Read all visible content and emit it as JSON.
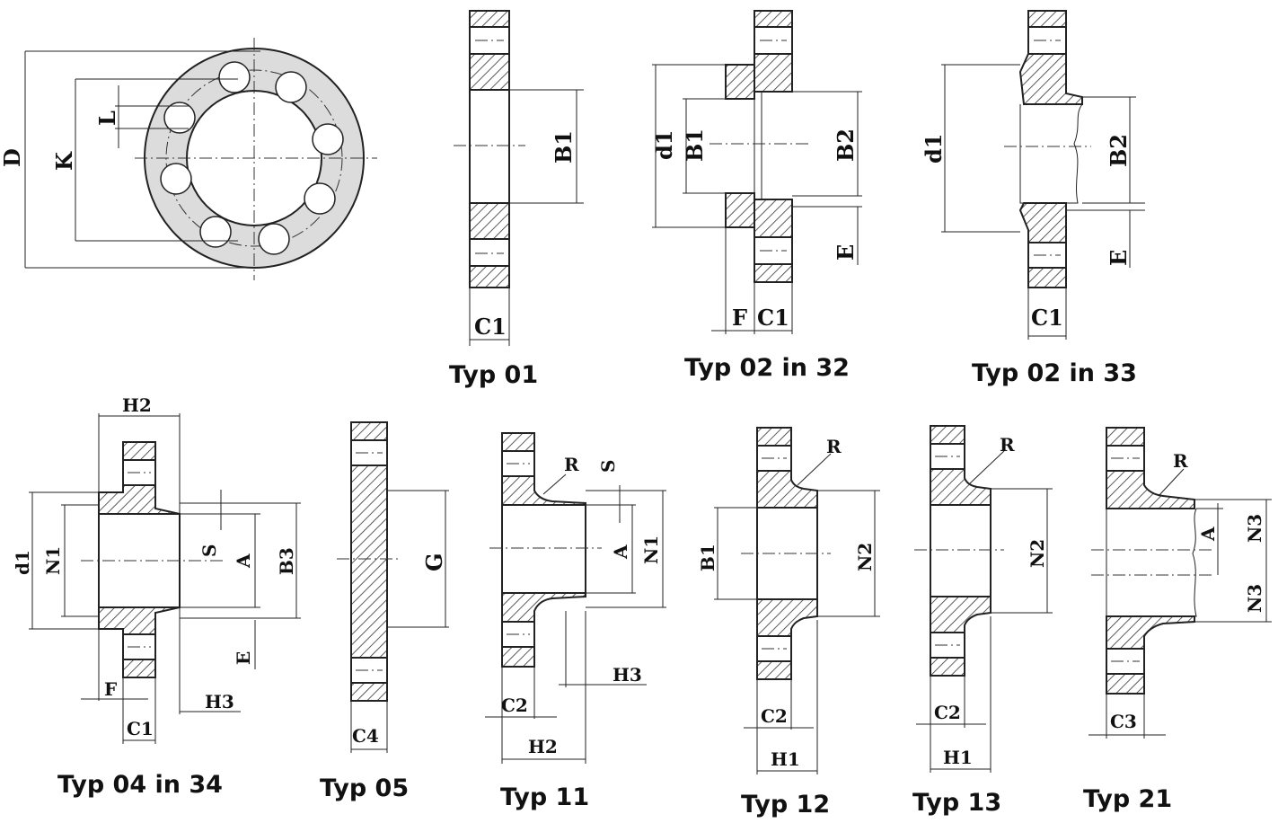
{
  "captions": {
    "typ01": "Typ 01",
    "typ02_32": "Typ 02 in 32",
    "typ02_33": "Typ 02 in 33",
    "typ04_34": "Typ 04 in 34",
    "typ05": "Typ 05",
    "typ11": "Typ 11",
    "typ12": "Typ 12",
    "typ13": "Typ 13",
    "typ21": "Typ 21"
  },
  "labels": {
    "D": "D",
    "K": "K",
    "L": "L",
    "C1": "C1",
    "C2": "C2",
    "C3": "C3",
    "C4": "C4",
    "B1": "B1",
    "B2": "B2",
    "B3": "B3",
    "d1": "d1",
    "E": "E",
    "F": "F",
    "G": "G",
    "H1": "H1",
    "H2": "H2",
    "H3": "H3",
    "N1": "N1",
    "N2": "N2",
    "N3": "N3",
    "R": "R",
    "S": "S",
    "A": "A"
  },
  "colors": {
    "face_fill": "#dcdcdc",
    "line": "#222222"
  }
}
